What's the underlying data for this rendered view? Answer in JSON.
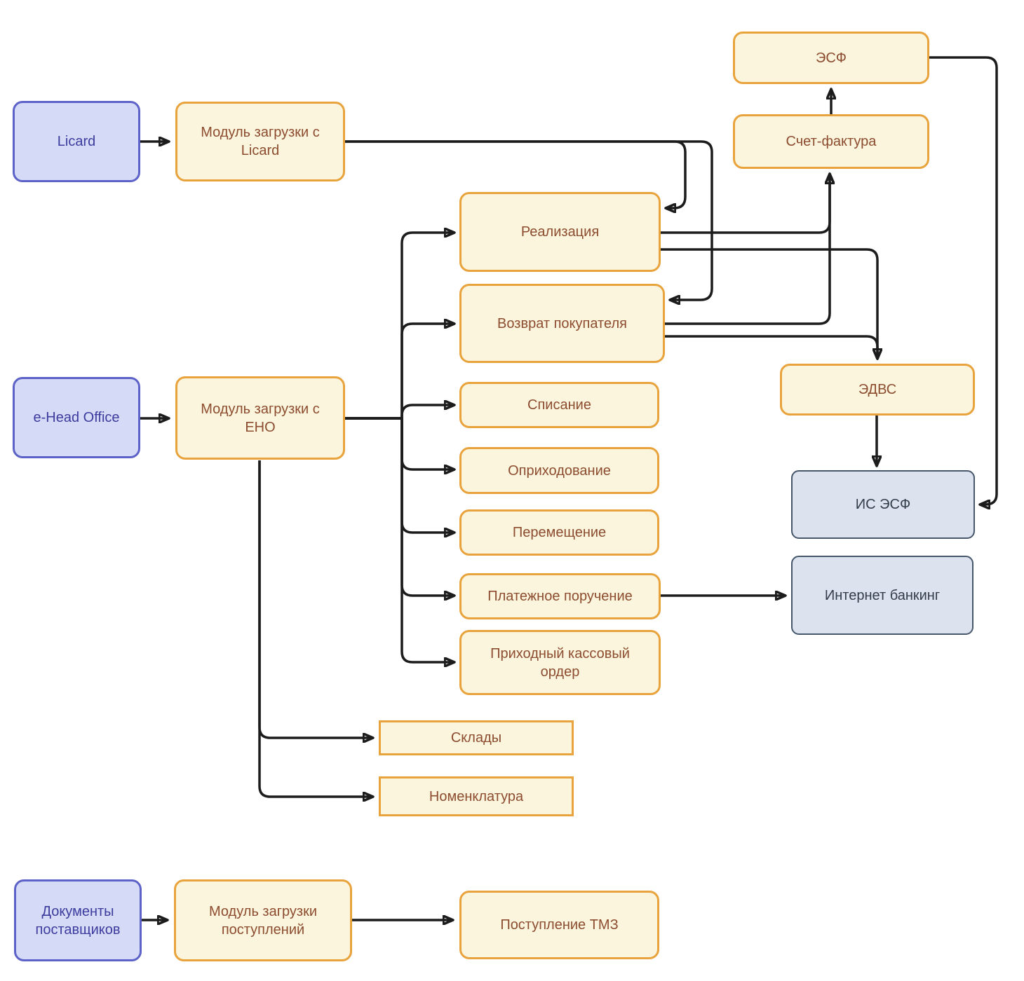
{
  "diagram": {
    "type": "flowchart",
    "background": "#ffffff",
    "colors": {
      "process_fill": "#fcf5dd",
      "process_border": "#e8a33c",
      "process_text": "#8c4c2f",
      "source_fill": "#d5daf7",
      "source_border": "#5d62c9",
      "source_text": "#3c3c9e",
      "external_fill": "#dde3ee",
      "external_border": "#46566b",
      "external_text": "#323c4a",
      "edge_stroke": "#1c1c1c"
    },
    "nodes": {
      "licard": {
        "label": "Licard",
        "type": "source"
      },
      "licard_module": {
        "label": "Модуль загрузки с Licard",
        "type": "process"
      },
      "esf": {
        "label": "ЭСФ",
        "type": "process"
      },
      "schet_faktura": {
        "label": "Счет-фактура",
        "type": "process"
      },
      "realizaciya": {
        "label": "Реализация",
        "type": "process"
      },
      "vozvrat": {
        "label": "Возврат покупателя",
        "type": "process"
      },
      "spisanie": {
        "label": "Списание",
        "type": "process"
      },
      "oprihodovanie": {
        "label": "Оприходование",
        "type": "process"
      },
      "peremeshenie": {
        "label": "Перемещение",
        "type": "process"
      },
      "platezhnoe": {
        "label": "Платежное поручение",
        "type": "process"
      },
      "prihodnyj": {
        "label": "Приходный кассовый ордер",
        "type": "process"
      },
      "ehead": {
        "label": "e-Head Office",
        "type": "source"
      },
      "eno_module": {
        "label": "Модуль загрузки с ЕНО",
        "type": "process"
      },
      "edvs": {
        "label": "ЭДВС",
        "type": "process"
      },
      "is_esf": {
        "label": "ИС ЭСФ",
        "type": "external"
      },
      "internet_banking": {
        "label": "Интернет банкинг",
        "type": "external"
      },
      "sklady": {
        "label": "Склады",
        "type": "catalog"
      },
      "nomenklatura": {
        "label": "Номенклатура",
        "type": "catalog"
      },
      "dokumenty": {
        "label": "Документы поставщиков",
        "type": "source"
      },
      "postuplenij_module": {
        "label": "Модуль загрузки поступлений",
        "type": "process"
      },
      "postuplenie_tmz": {
        "label": "Поступление ТМЗ",
        "type": "process"
      }
    },
    "edges": [
      {
        "from": "licard",
        "to": "licard_module"
      },
      {
        "from": "licard_module",
        "to": "realizaciya"
      },
      {
        "from": "licard_module",
        "to": "vozvrat"
      },
      {
        "from": "realizaciya",
        "to": "schet_faktura"
      },
      {
        "from": "realizaciya",
        "to": "edvs"
      },
      {
        "from": "vozvrat",
        "to": "schet_faktura"
      },
      {
        "from": "vozvrat",
        "to": "edvs"
      },
      {
        "from": "schet_faktura",
        "to": "esf"
      },
      {
        "from": "esf",
        "to": "is_esf"
      },
      {
        "from": "edvs",
        "to": "is_esf"
      },
      {
        "from": "ehead",
        "to": "eno_module"
      },
      {
        "from": "eno_module",
        "to": "realizaciya"
      },
      {
        "from": "eno_module",
        "to": "vozvrat"
      },
      {
        "from": "eno_module",
        "to": "spisanie"
      },
      {
        "from": "eno_module",
        "to": "oprihodovanie"
      },
      {
        "from": "eno_module",
        "to": "peremeshenie"
      },
      {
        "from": "eno_module",
        "to": "platezhnoe"
      },
      {
        "from": "eno_module",
        "to": "prihodnyj"
      },
      {
        "from": "platezhnoe",
        "to": "internet_banking"
      },
      {
        "from": "eno_module",
        "to": "sklady"
      },
      {
        "from": "eno_module",
        "to": "nomenklatura"
      },
      {
        "from": "dokumenty",
        "to": "postuplenij_module"
      },
      {
        "from": "postuplenij_module",
        "to": "postuplenie_tmz"
      }
    ]
  }
}
